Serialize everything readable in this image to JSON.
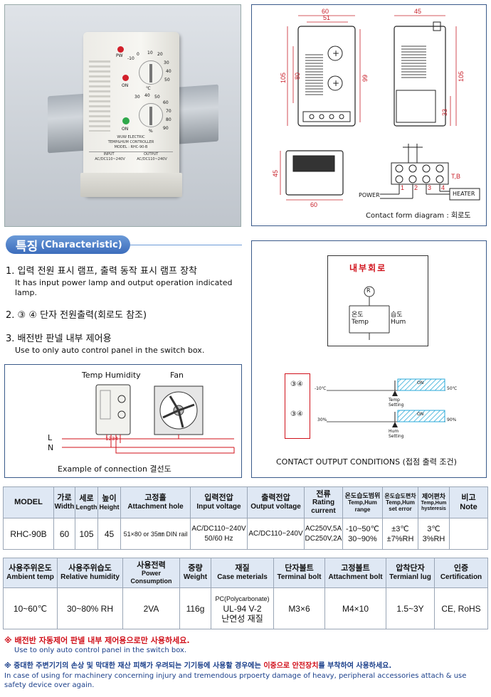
{
  "photo": {
    "brand": "WUW ELECTRIC",
    "product_name": "TEMP&HUM CONTROLLER",
    "model_label": "MODEL : RHC-90-B",
    "input_label": "INPUT",
    "output_label": "OUTPUT",
    "input_spec": "AC/DC110~240V",
    "output_spec": "AC/DC110~240V",
    "pw_label": "PW",
    "on_label": "ON",
    "deg_label": "℃",
    "pct_label": "%",
    "temp_ticks": [
      "-10",
      "0",
      "10",
      "20",
      "30",
      "40",
      "50"
    ],
    "hum_ticks": [
      "30",
      "40",
      "50",
      "60",
      "70",
      "80",
      "90"
    ]
  },
  "front_dims": {
    "width_outer": "60",
    "width_inner": "51",
    "height_inner": "80",
    "height_outer": "105",
    "height_mid": "99"
  },
  "side_dims": {
    "depth": "45",
    "height": "105",
    "lower": "33"
  },
  "bottom_dims": {
    "depth": "45",
    "width": "60"
  },
  "contact_diagram": {
    "terminals": [
      "1",
      "2",
      "3",
      "4"
    ],
    "tb_label": "T,B",
    "power_label": "POWER",
    "heater_label": "HEATER",
    "caption": "Contact form diagram : 회로도"
  },
  "characteristic": {
    "heading_ko": "특징",
    "heading_en": "(Characteristic)",
    "items": [
      {
        "ko": "1. 입력 전원 표시 램프, 출력 동작 표시 램프 장착",
        "en": "It has input power lamp and output operation indicated lamp."
      },
      {
        "ko": "2. ③ ④ 단자 전원출력(회로도 참조)",
        "en": ""
      },
      {
        "ko": "3. 배전반 판넬 내부 제어용",
        "en": "Use to only auto control panel in the switch box."
      }
    ]
  },
  "connection": {
    "label_device": "Temp Humidity",
    "label_fan": "Fan",
    "line_l": "L",
    "line_n": "N",
    "terminals": "1234",
    "caption": "Example of connection 결선도"
  },
  "internal_circuit": {
    "title": "내부회로",
    "relay": "R",
    "temp_ko": "온도",
    "temp_en": "Temp",
    "hum_ko": "습도",
    "hum_en": "Hum"
  },
  "contact_output": {
    "row1": {
      "terms": "③④",
      "min": "-10℃",
      "max": "50℃",
      "on": "ON",
      "setting": "Temp Setting"
    },
    "row2": {
      "terms": "③④",
      "min": "30%",
      "max": "90%",
      "on": "ON",
      "setting": "Hum Setting"
    },
    "caption": "CONTACT OUTPUT CONDITIONS (접점 출력 조건)"
  },
  "table1": {
    "headers": [
      {
        "ko": "MODEL",
        "en": ""
      },
      {
        "ko": "가로",
        "en": "Width"
      },
      {
        "ko": "세로",
        "en": "Length"
      },
      {
        "ko": "높이",
        "en": "Height"
      },
      {
        "ko": "고정홀",
        "en": "Attachment hole"
      },
      {
        "ko": "입력전압",
        "en": "Input voltage"
      },
      {
        "ko": "출력전압",
        "en": "Output voltage"
      },
      {
        "ko": "전류",
        "en": "Rating current"
      },
      {
        "ko": "온도습도범위",
        "en": "Temp,Hum range"
      },
      {
        "ko": "온도습도편차",
        "en": "Temp,Hum set error"
      },
      {
        "ko": "제어편차",
        "en": "Temp,Hum hysteresis"
      },
      {
        "ko": "비고",
        "en": "Note"
      }
    ],
    "row": {
      "model": "RHC-90B",
      "width": "60",
      "length": "105",
      "height": "45",
      "hole": "51×80 or 35㎜ DIN rail",
      "input_1": "AC/DC110~240V",
      "input_2": "50/60 Hz",
      "output": "AC/DC110~240V",
      "current_1": "AC250V,5A",
      "current_2": "DC250V,2A",
      "range_1": "-10~50℃",
      "range_2": "30~90%",
      "error_1": "±3℃",
      "error_2": "±7%RH",
      "hyst_1": "3℃",
      "hyst_2": "3%RH",
      "note": ""
    }
  },
  "table2": {
    "headers": [
      {
        "ko": "사용주위온도",
        "en": "Ambient temp"
      },
      {
        "ko": "사용주위습도",
        "en": "Relative humidity"
      },
      {
        "ko": "사용전력",
        "en": "Power Consumption"
      },
      {
        "ko": "중량",
        "en": "Weight"
      },
      {
        "ko": "재질",
        "en": "Case meterials"
      },
      {
        "ko": "단자볼트",
        "en": "Terminal bolt"
      },
      {
        "ko": "고정볼트",
        "en": "Attachment bolt"
      },
      {
        "ko": "압착단자",
        "en": "Termianl lug"
      },
      {
        "ko": "인증",
        "en": "Certification"
      }
    ],
    "row": {
      "ambient": "10~60℃",
      "humidity": "30~80% RH",
      "power": "2VA",
      "weight": "116g",
      "material_1": "PC(Polycarbonate)",
      "material_2": "UL-94 V-2",
      "material_3": "난연성 재질",
      "terminal_bolt": "M3×6",
      "attach_bolt": "M4×10",
      "lug": "1.5~3Y",
      "cert": "CE, RoHS"
    }
  },
  "notes": {
    "note1_mark": "※",
    "note1_ko": "배전반 자동제어 판넬 내부 제어용으로만 사용하세요.",
    "note1_en": "Use to only auto control panel in the switch box.",
    "note2_mark": "※",
    "note2_ko_a": "중대한 주변기기의 손상 및 막대한 재산 피해가 우려되는 기기등에 사용할 경우에는",
    "note2_ko_b": "이중으로 안전장치",
    "note2_ko_c": "를 부착하여 사용하세요.",
    "note2_en": "In case of using for machinery concerning injury and tremendous prpoerty damage of heavy, peripheral accessories attach & use safety device over again."
  },
  "colors": {
    "accent": "#1a3f8a",
    "warning": "#d0101a",
    "heading_bg": "#4a7cc8",
    "table_header": "#dfe8f4"
  }
}
